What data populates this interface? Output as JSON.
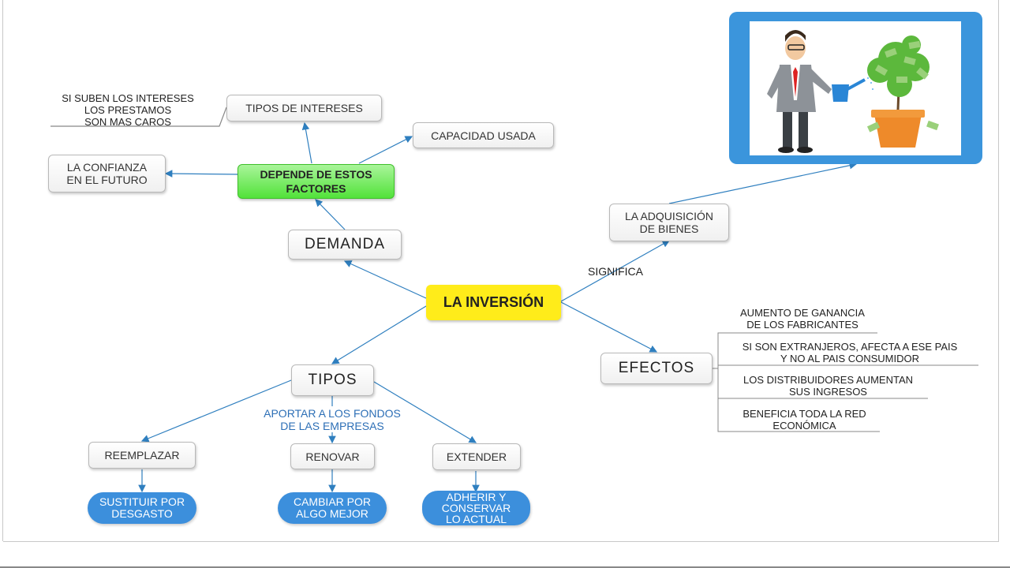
{
  "central": "LA INVERSIÓN",
  "demanda": {
    "label": "DEMANDA",
    "factores": "DEPENDE DE ESTOS FACTORES",
    "tipos_intereses": "TIPOS DE INTERESES",
    "intereses_nota": [
      "SI SUBEN LOS INTERESES",
      "LOS PRESTAMOS",
      "SON MAS CAROS"
    ],
    "capacidad": "CAPACIDAD USADA",
    "confianza": [
      "LA CONFIANZA",
      "EN EL FUTURO"
    ]
  },
  "significa": {
    "link_label": "SIGNIFICA",
    "node": [
      "LA ADQUISICIÓN",
      "DE BIENES"
    ]
  },
  "efectos": {
    "label": "EFECTOS",
    "items": [
      [
        "AUMENTO DE GANANCIA",
        "DE LOS FABRICANTES"
      ],
      [
        "SI SON EXTRANJEROS, AFECTA A ESE PAIS",
        "Y NO AL PAIS CONSUMIDOR"
      ],
      [
        "LOS DISTRIBUIDORES AUMENTAN",
        "SUS INGRESOS"
      ],
      [
        "BENEFICIA TODA LA RED",
        "ECONÓMICA"
      ]
    ]
  },
  "tipos": {
    "label": "TIPOS",
    "link_label": [
      "APORTAR A LOS FONDOS",
      "DE LAS EMPRESAS"
    ],
    "reemplazar": "REEMPLAZAR",
    "reemplazar_result": [
      "SUSTITUIR POR",
      "DESGASTO"
    ],
    "renovar": "RENOVAR",
    "renovar_result": [
      "CAMBIAR POR",
      "ALGO MEJOR"
    ],
    "extender": "EXTENDER",
    "extender_result": [
      "ADHERIR Y",
      "CONSERVAR",
      "LO ACTUAL"
    ]
  },
  "colors": {
    "connector": "#2f7fbf",
    "central_fill": "#ffec1a",
    "factores_fill": "#52e23a",
    "bubble_fill": "#3c8fdc",
    "photo_frame": "#3b95dc"
  },
  "image": {
    "icon": "businessman-watering-money-tree-illustration"
  }
}
